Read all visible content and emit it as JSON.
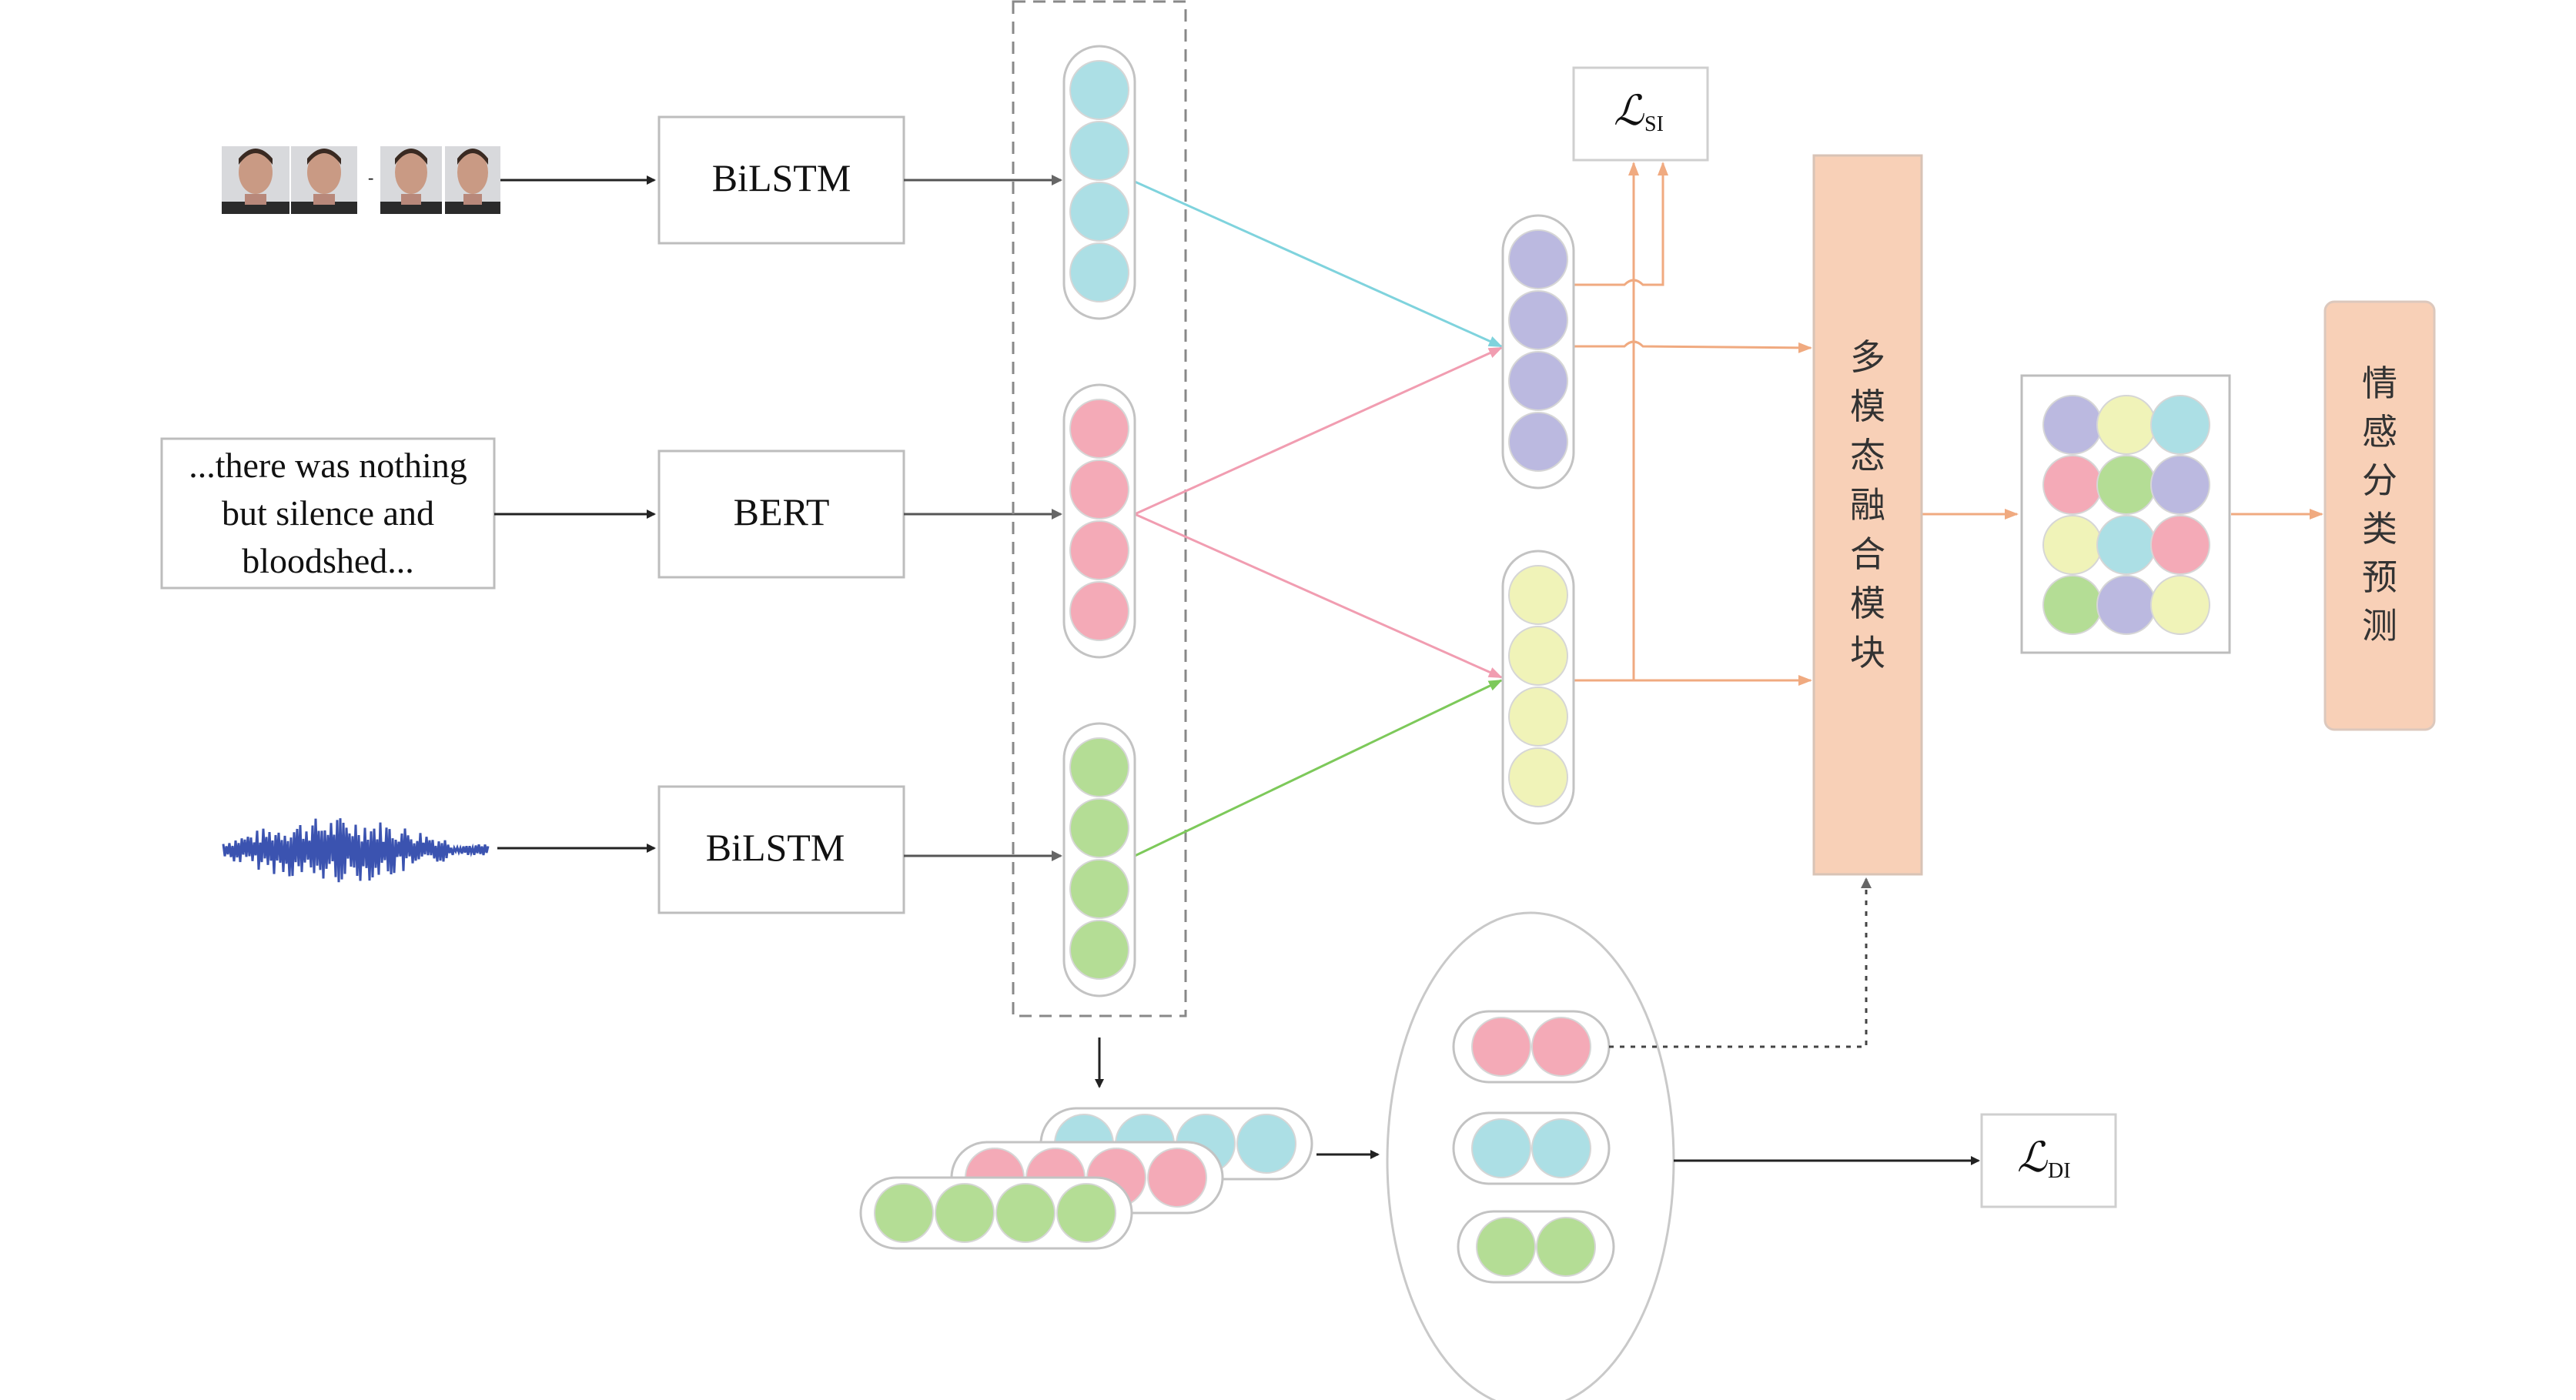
{
  "inputs": {
    "video_ellipsis": "-",
    "text_lines": [
      "...there was nothing",
      "but silence and",
      "bloodshed..."
    ]
  },
  "encoders": {
    "video": "BiLSTM",
    "text": "BERT",
    "audio": "BiLSTM"
  },
  "losses": {
    "si_symbol": "ℒ",
    "si_sub": "SI",
    "di_symbol": "ℒ",
    "di_sub": "DI"
  },
  "fusion_label": [
    "多",
    "模",
    "态",
    "融",
    "合",
    "模",
    "块"
  ],
  "prediction_label": [
    "情",
    "感",
    "分",
    "类",
    "预",
    "测"
  ],
  "colors": {
    "video": "#acdfe5",
    "text": "#f4aab7",
    "audio": "#b4dd95",
    "shared_purple": "#bbb9e0",
    "shared_yellow": "#f0f3b8",
    "fusion_fill": "#f8d0b7",
    "orange_line": "#f0aa80",
    "cyan_line": "#7fd3dd",
    "pink_line": "#f19db1",
    "green_line": "#7dc95a",
    "wave": "#3b53b0"
  },
  "output_grid": [
    [
      "shared_purple",
      "shared_yellow",
      "video"
    ],
    [
      "text",
      "audio",
      "shared_purple"
    ],
    [
      "shared_yellow",
      "video",
      "text"
    ],
    [
      "audio",
      "shared_purple",
      "shared_yellow"
    ]
  ]
}
